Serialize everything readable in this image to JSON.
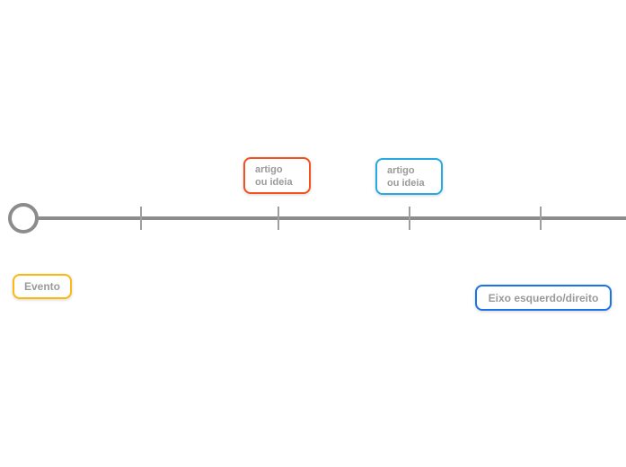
{
  "timeline": {
    "line_color": "#8c8c8c",
    "tick_color": "#9e9e9e",
    "tick_count": 4,
    "origin": "circle"
  },
  "nodes": {
    "article_left": {
      "label": "artigo\nou ideia",
      "border_color": "#f4511e"
    },
    "article_right": {
      "label": "artigo\nou ideia",
      "border_color": "#29a9e1"
    },
    "event": {
      "label": "Evento",
      "border_color": "#fdb913"
    },
    "axis": {
      "label": "Eixo esquerdo/direito",
      "border_color": "#1a73e8"
    }
  },
  "text_color": "#9a9a9a",
  "background_color": "#ffffff"
}
